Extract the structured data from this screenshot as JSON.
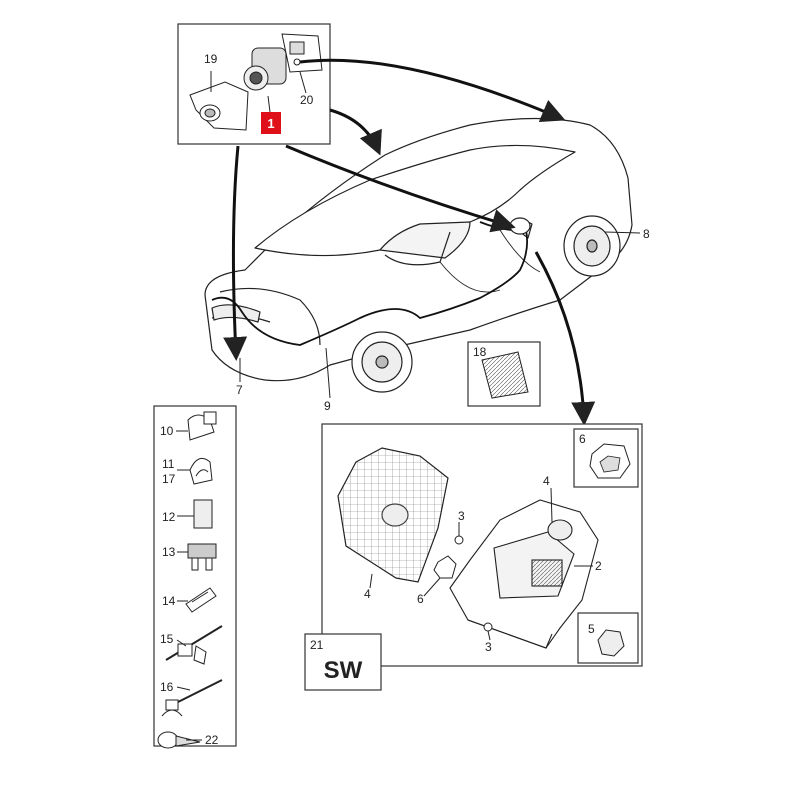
{
  "diagram": {
    "callouts": {
      "c1": "1",
      "c2": "2",
      "c3a": "3",
      "c3b": "3",
      "c4a": "4",
      "c4b": "4",
      "c5": "5",
      "c6a": "6",
      "c6b": "6",
      "c7": "7",
      "c8": "8",
      "c9": "9",
      "c10": "10",
      "c11": "11",
      "c12": "12",
      "c13": "13",
      "c14": "14",
      "c15": "15",
      "c16": "16",
      "c17": "17",
      "c18": "18",
      "c19": "19",
      "c20": "20",
      "c21": "21",
      "c22": "22"
    },
    "variant_label": "SW",
    "colors": {
      "highlight_badge": "#e0101a",
      "line": "#222222",
      "panel_border": "#333333"
    }
  }
}
